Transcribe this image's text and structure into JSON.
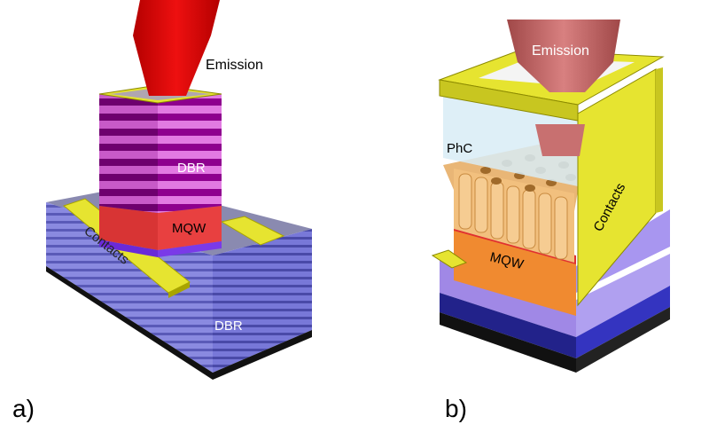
{
  "figure": {
    "panel_a": {
      "tag": "a)",
      "emission": "Emission",
      "dbr_top": "DBR",
      "mqw": "MQW",
      "contacts": "Contacts",
      "dbr_bottom": "DBR"
    },
    "panel_b": {
      "tag": "b)",
      "emission": "Emission",
      "phc": "PhC",
      "mqw": "MQW",
      "contacts": "Contacts"
    }
  },
  "colors": {
    "emission_red": "#d40000",
    "emission_rose": "#c86a6a",
    "dbr_magenta": "#a000a0",
    "dbr_pink": "#e27ae2",
    "mqw_red": "#e03030",
    "contact_yellow": "#e6e430",
    "dbr_blue": "#7878d8",
    "substrate_purple": "#9a86e6",
    "phc_tan": "#f2c07e",
    "mqw_orange": "#f08a30"
  }
}
